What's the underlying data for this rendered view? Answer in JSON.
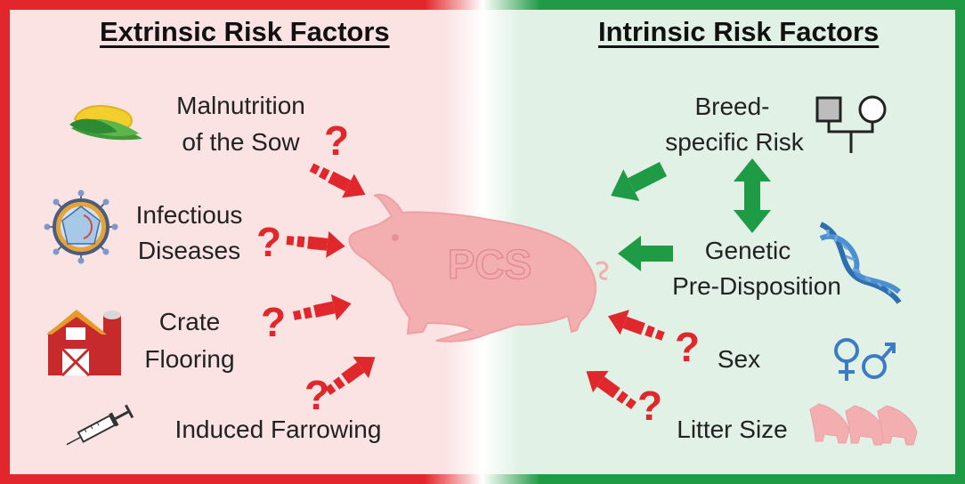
{
  "left_panel": {
    "title": "Extrinsic Risk Factors",
    "factors": [
      {
        "line1": "Malnutrition",
        "line2": "of the Sow",
        "icon": "corn-icon"
      },
      {
        "line1": "Infectious",
        "line2": "Diseases",
        "icon": "virus-icon"
      },
      {
        "line1": "Crate",
        "line2": "Flooring",
        "icon": "barn-icon"
      },
      {
        "line1": "Induced Farrowing",
        "line2": "",
        "icon": "syringe-icon"
      }
    ],
    "question_mark": "?"
  },
  "right_panel": {
    "title": "Intrinsic Risk Factors",
    "factors": [
      {
        "line1": "Breed-",
        "line2": "specific Risk",
        "icon": "pedigree-icon"
      },
      {
        "line1": "Genetic",
        "line2": "Pre-Disposition",
        "icon": "dna-icon"
      },
      {
        "line1": "Sex",
        "line2": "",
        "icon": "gender-symbols-icon"
      },
      {
        "line1": "Litter Size",
        "line2": "",
        "icon": "piglets-icon"
      }
    ],
    "question_mark": "?"
  },
  "center": {
    "pig_label": "PCS",
    "icon": "pig-icon"
  },
  "colors": {
    "extrinsic_border": "#e3262b",
    "extrinsic_fill": "#fbe3e4",
    "intrinsic_border": "#1f9a45",
    "intrinsic_fill": "#e1f1e6",
    "pig_fill": "#f3aeb0",
    "red_arrow": "#e0282c",
    "green_arrow": "#1f9a45"
  }
}
